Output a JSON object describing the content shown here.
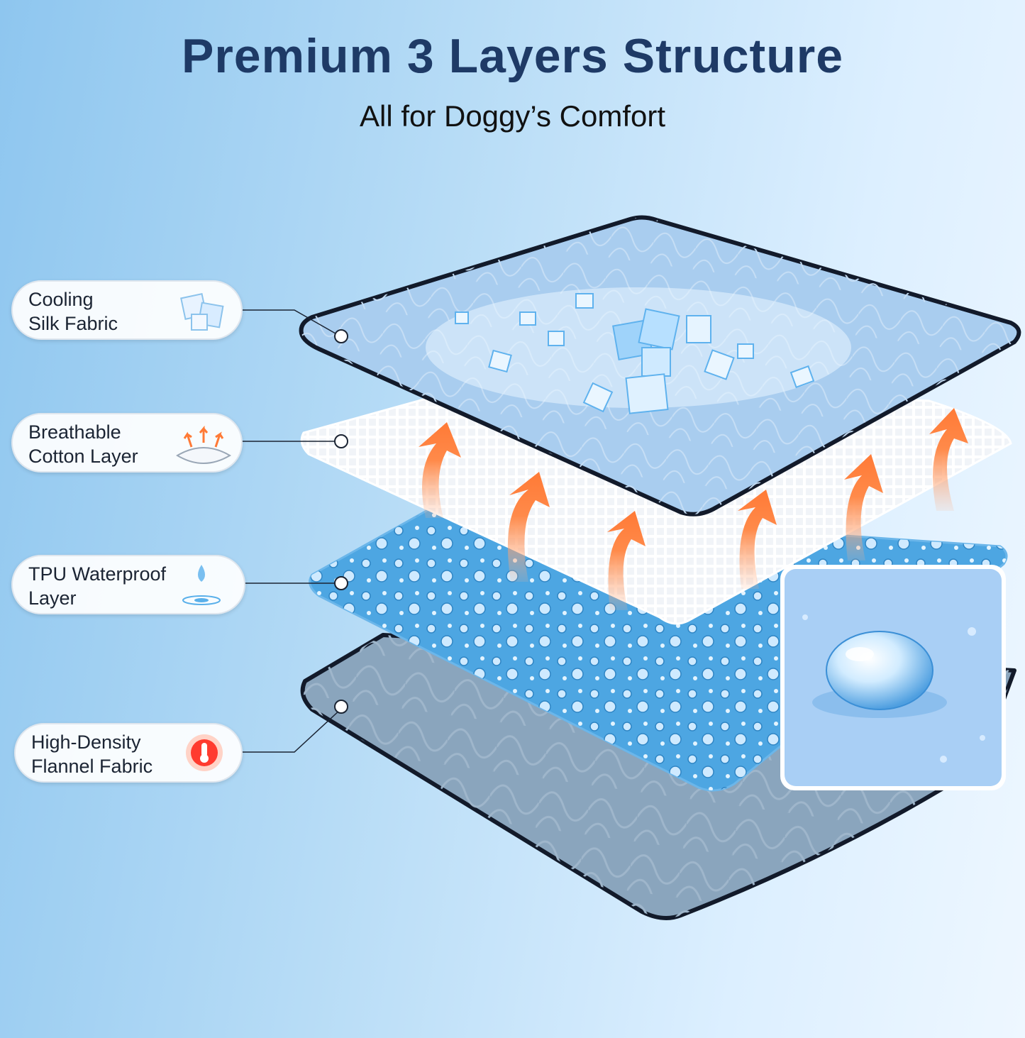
{
  "header": {
    "title": "Premium 3 Layers Structure",
    "subtitle": "All for Doggy’s Comfort"
  },
  "layers": [
    {
      "line1": "Cooling",
      "line2": "Silk Fabric",
      "icon": "ice-cubes-icon"
    },
    {
      "line1": "Breathable",
      "line2": "Cotton Layer",
      "icon": "breathable-arrows-icon"
    },
    {
      "line1": "TPU Waterproof",
      "line2": "Layer",
      "icon": "water-drop-icon"
    },
    {
      "line1": "High-Density",
      "line2": "Flannel Fabric",
      "icon": "thermometer-icon"
    }
  ],
  "colors": {
    "title": "#1e3a66",
    "cooling_layer": "#a9cdef",
    "cotton_layer": "#ffffff",
    "waterproof_layer": "#4da6e2",
    "flannel_layer": "#8aa5bd",
    "heat_arrows": "#ff8a4a",
    "border": "#121a2a"
  }
}
